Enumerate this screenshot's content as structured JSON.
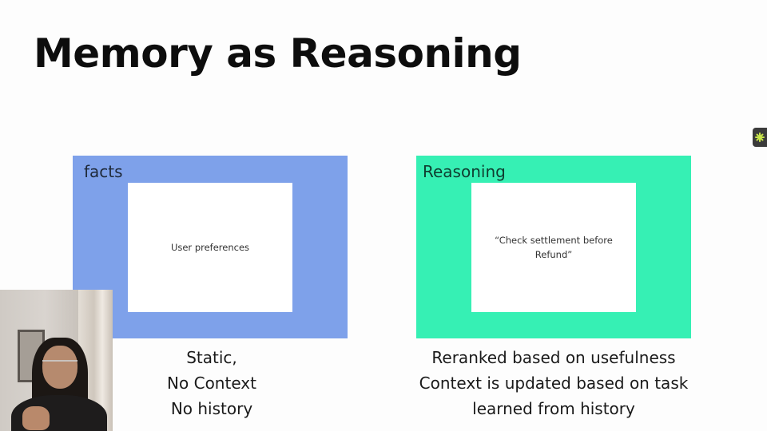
{
  "slide": {
    "title": "Memory as Reasoning"
  },
  "facts_panel": {
    "label": "facts",
    "inner_text": "User preferences",
    "color": "#7ea1ea",
    "caption": [
      "Static,",
      "No Context",
      "No history"
    ]
  },
  "reasoning_panel": {
    "label": "Reasoning",
    "inner_text": "“Check settlement before Refund”",
    "color": "#36f0b4",
    "caption": [
      "Reranked based on usefulness",
      "Context is updated based on task",
      "learned from history"
    ]
  },
  "overlay": {
    "side_widget_icon": "asterisk-icon",
    "webcam": "presenter-webcam"
  }
}
